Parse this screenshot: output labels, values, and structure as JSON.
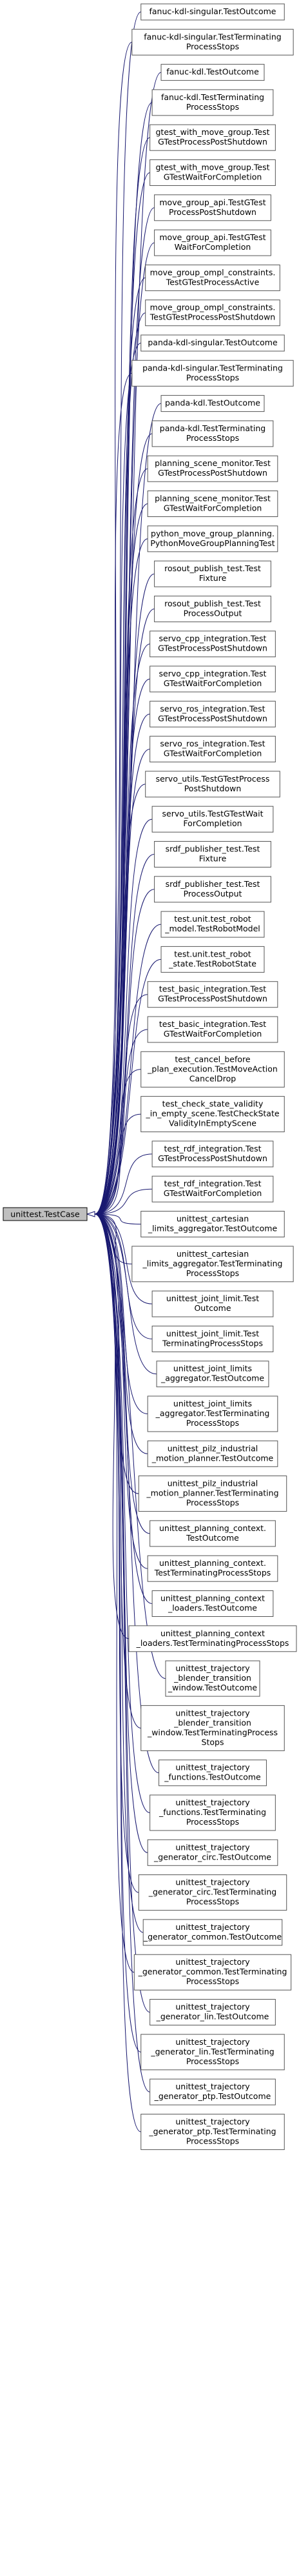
{
  "root": {
    "label": "unittest.TestCase"
  },
  "colors": {
    "edge": "#191970",
    "root_fill": "#bfbfbf",
    "node_border": "#555555"
  },
  "nodes": [
    {
      "lines": [
        "fanuc-kdl-singular.TestOutcome"
      ]
    },
    {
      "lines": [
        "fanuc-kdl-singular.TestTerminating",
        "ProcessStops"
      ]
    },
    {
      "lines": [
        "fanuc-kdl.TestOutcome"
      ]
    },
    {
      "lines": [
        "fanuc-kdl.TestTerminating",
        "ProcessStops"
      ]
    },
    {
      "lines": [
        "gtest_with_move_group.Test",
        "GTestProcessPostShutdown"
      ]
    },
    {
      "lines": [
        "gtest_with_move_group.Test",
        "GTestWaitForCompletion"
      ]
    },
    {
      "lines": [
        "move_group_api.TestGTest",
        "ProcessPostShutdown"
      ]
    },
    {
      "lines": [
        "move_group_api.TestGTest",
        "WaitForCompletion"
      ]
    },
    {
      "lines": [
        "move_group_ompl_constraints.",
        "TestGTestProcessActive"
      ]
    },
    {
      "lines": [
        "move_group_ompl_constraints.",
        "TestGTestProcessPostShutdown"
      ]
    },
    {
      "lines": [
        "panda-kdl-singular.TestOutcome"
      ]
    },
    {
      "lines": [
        "panda-kdl-singular.TestTerminating",
        "ProcessStops"
      ]
    },
    {
      "lines": [
        "panda-kdl.TestOutcome"
      ]
    },
    {
      "lines": [
        "panda-kdl.TestTerminating",
        "ProcessStops"
      ]
    },
    {
      "lines": [
        "planning_scene_monitor.Test",
        "GTestProcessPostShutdown"
      ]
    },
    {
      "lines": [
        "planning_scene_monitor.Test",
        "GTestWaitForCompletion"
      ]
    },
    {
      "lines": [
        "python_move_group_planning.",
        "PythonMoveGroupPlanningTest"
      ]
    },
    {
      "lines": [
        "rosout_publish_test.Test",
        "Fixture"
      ]
    },
    {
      "lines": [
        "rosout_publish_test.Test",
        "ProcessOutput"
      ]
    },
    {
      "lines": [
        "servo_cpp_integration.Test",
        "GTestProcessPostShutdown"
      ]
    },
    {
      "lines": [
        "servo_cpp_integration.Test",
        "GTestWaitForCompletion"
      ]
    },
    {
      "lines": [
        "servo_ros_integration.Test",
        "GTestProcessPostShutdown"
      ]
    },
    {
      "lines": [
        "servo_ros_integration.Test",
        "GTestWaitForCompletion"
      ]
    },
    {
      "lines": [
        "servo_utils.TestGTestProcess",
        "PostShutdown"
      ]
    },
    {
      "lines": [
        "servo_utils.TestGTestWait",
        "ForCompletion"
      ]
    },
    {
      "lines": [
        "srdf_publisher_test.Test",
        "Fixture"
      ]
    },
    {
      "lines": [
        "srdf_publisher_test.Test",
        "ProcessOutput"
      ]
    },
    {
      "lines": [
        "test.unit.test_robot",
        "_model.TestRobotModel"
      ]
    },
    {
      "lines": [
        "test.unit.test_robot",
        "_state.TestRobotState"
      ]
    },
    {
      "lines": [
        "test_basic_integration.Test",
        "GTestProcessPostShutdown"
      ]
    },
    {
      "lines": [
        "test_basic_integration.Test",
        "GTestWaitForCompletion"
      ]
    },
    {
      "lines": [
        "test_cancel_before",
        "_plan_execution.TestMoveAction",
        "CancelDrop"
      ]
    },
    {
      "lines": [
        "test_check_state_validity",
        "_in_empty_scene.TestCheckState",
        "ValidityInEmptyScene"
      ]
    },
    {
      "lines": [
        "test_rdf_integration.Test",
        "GTestProcessPostShutdown"
      ]
    },
    {
      "lines": [
        "test_rdf_integration.Test",
        "GTestWaitForCompletion"
      ]
    },
    {
      "lines": [
        "unittest_cartesian",
        "_limits_aggregator.TestOutcome"
      ]
    },
    {
      "lines": [
        "unittest_cartesian",
        "_limits_aggregator.TestTerminating",
        "ProcessStops"
      ]
    },
    {
      "lines": [
        "unittest_joint_limit.Test",
        "Outcome"
      ]
    },
    {
      "lines": [
        "unittest_joint_limit.Test",
        "TerminatingProcessStops"
      ]
    },
    {
      "lines": [
        "unittest_joint_limits",
        "_aggregator.TestOutcome"
      ]
    },
    {
      "lines": [
        "unittest_joint_limits",
        "_aggregator.TestTerminating",
        "ProcessStops"
      ]
    },
    {
      "lines": [
        "unittest_pilz_industrial",
        "_motion_planner.TestOutcome"
      ]
    },
    {
      "lines": [
        "unittest_pilz_industrial",
        "_motion_planner.TestTerminating",
        "ProcessStops"
      ]
    },
    {
      "lines": [
        "unittest_planning_context.",
        "TestOutcome"
      ]
    },
    {
      "lines": [
        "unittest_planning_context.",
        "TestTerminatingProcessStops"
      ]
    },
    {
      "lines": [
        "unittest_planning_context",
        "_loaders.TestOutcome"
      ]
    },
    {
      "lines": [
        "unittest_planning_context",
        "_loaders.TestTerminatingProcessStops"
      ]
    },
    {
      "lines": [
        "unittest_trajectory",
        "_blender_transition",
        "_window.TestOutcome"
      ]
    },
    {
      "lines": [
        "unittest_trajectory",
        "_blender_transition",
        "_window.TestTerminatingProcess",
        "Stops"
      ]
    },
    {
      "lines": [
        "unittest_trajectory",
        "_functions.TestOutcome"
      ]
    },
    {
      "lines": [
        "unittest_trajectory",
        "_functions.TestTerminating",
        "ProcessStops"
      ]
    },
    {
      "lines": [
        "unittest_trajectory",
        "_generator_circ.TestOutcome"
      ]
    },
    {
      "lines": [
        "unittest_trajectory",
        "_generator_circ.TestTerminating",
        "ProcessStops"
      ]
    },
    {
      "lines": [
        "unittest_trajectory",
        "_generator_common.TestOutcome"
      ]
    },
    {
      "lines": [
        "unittest_trajectory",
        "_generator_common.TestTerminating",
        "ProcessStops"
      ]
    },
    {
      "lines": [
        "unittest_trajectory",
        "_generator_lin.TestOutcome"
      ]
    },
    {
      "lines": [
        "unittest_trajectory",
        "_generator_lin.TestTerminating",
        "ProcessStops"
      ]
    },
    {
      "lines": [
        "unittest_trajectory",
        "_generator_ptp.TestOutcome"
      ]
    },
    {
      "lines": [
        "unittest_trajectory",
        "_generator_ptp.TestTerminating",
        "ProcessStops"
      ]
    }
  ]
}
